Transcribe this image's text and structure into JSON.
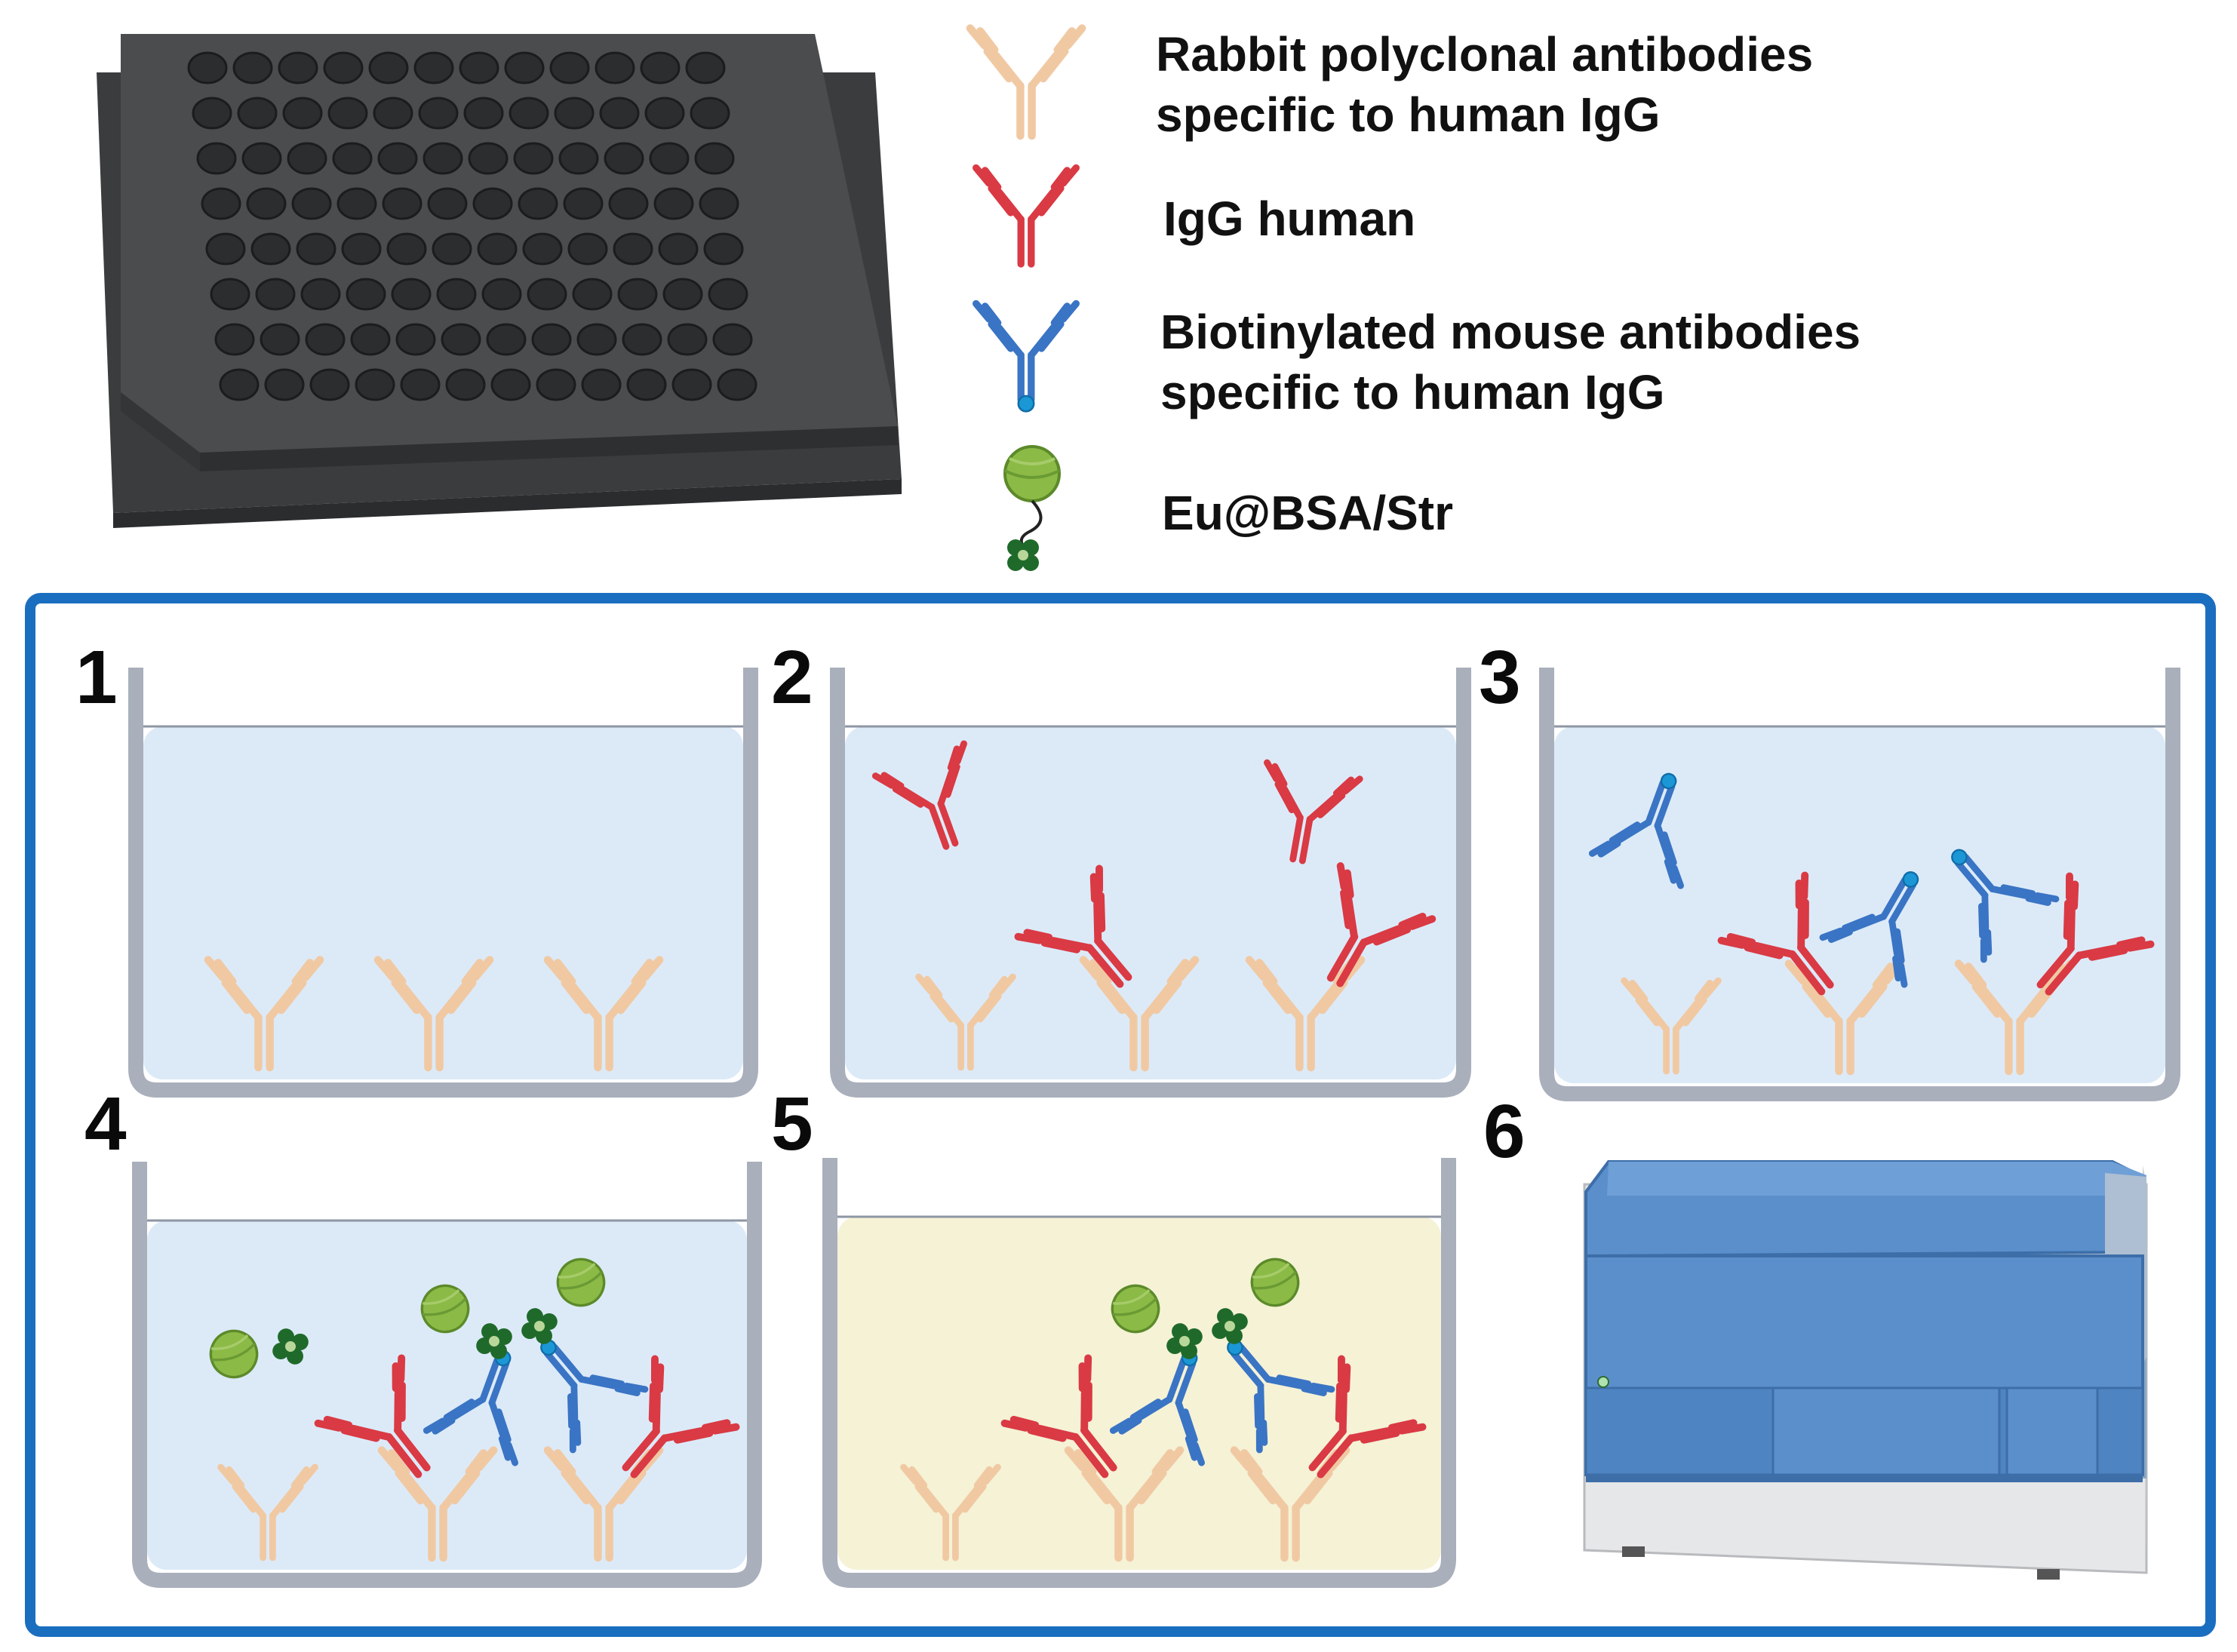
{
  "colors": {
    "rabbit_antibody": "#f0c9a3",
    "human_igg": "#d93a44",
    "mouse_antibody": "#3a74c4",
    "biotin": "#1c97d6",
    "bsa_sphere": "#8cba46",
    "streptavidin": "#1f6a2a",
    "frame": "#1a6ebf",
    "well_fill": "#dceaf8",
    "well_fill_substrate": "#f5f2d6",
    "plate": "#4a4c4e",
    "reader_body": "#5a8fcc",
    "reader_base": "#e6e7e9"
  },
  "legend": [
    {
      "icon": "rabbit-antibody-icon",
      "lines": [
        "Rabbit polyclonal antibodies",
        "specific to human IgG"
      ]
    },
    {
      "icon": "human-igg-icon",
      "lines": [
        "IgG human"
      ]
    },
    {
      "icon": "biotinylated-mouse-antibody-icon",
      "lines": [
        "Biotinylated mouse antibodies",
        "specific to human IgG"
      ]
    },
    {
      "icon": "eu-bsa-str-icon",
      "lines": [
        "Eu@BSA/Str"
      ]
    }
  ],
  "steps": [
    {
      "number": "1",
      "content": [
        "rabbit-antibody",
        "rabbit-antibody",
        "rabbit-antibody"
      ]
    },
    {
      "number": "2",
      "content": [
        "rabbit-antibody",
        "human-igg"
      ]
    },
    {
      "number": "3",
      "content": [
        "rabbit-antibody",
        "human-igg",
        "mouse-antibody"
      ]
    },
    {
      "number": "4",
      "content": [
        "rabbit-antibody",
        "human-igg",
        "mouse-antibody",
        "eu-bsa-str"
      ]
    },
    {
      "number": "5",
      "content": [
        "rabbit-antibody",
        "human-igg",
        "mouse-antibody",
        "eu-bsa-str",
        "substrate"
      ]
    },
    {
      "number": "6",
      "content": [
        "plate-reader"
      ]
    }
  ]
}
